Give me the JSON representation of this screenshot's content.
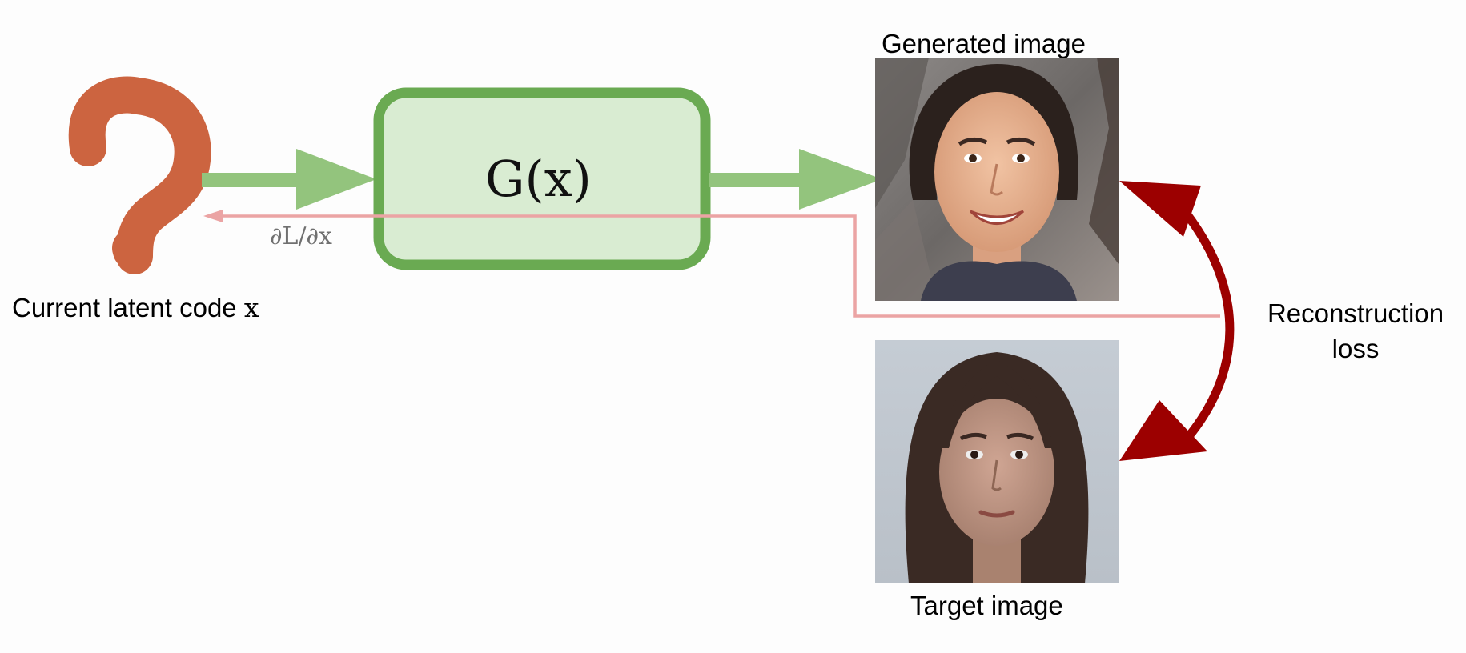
{
  "diagram": {
    "latent_label": "Current latent code",
    "latent_var": "x",
    "generator_label": "G(x)",
    "gradient_label": "∂L/∂x",
    "generated_label": "Generated image",
    "target_label": "Target image",
    "loss_label_line1": "Reconstruction",
    "loss_label_line2": "loss"
  },
  "colors": {
    "question_mark": "#cc6440",
    "generator_fill": "#d9ecd2",
    "generator_stroke": "#6aaa52",
    "forward_arrow": "#93c47d",
    "gradient_arrow": "#eba4a4",
    "loss_arrow": "#9c0000",
    "gradient_text": "#707070"
  }
}
